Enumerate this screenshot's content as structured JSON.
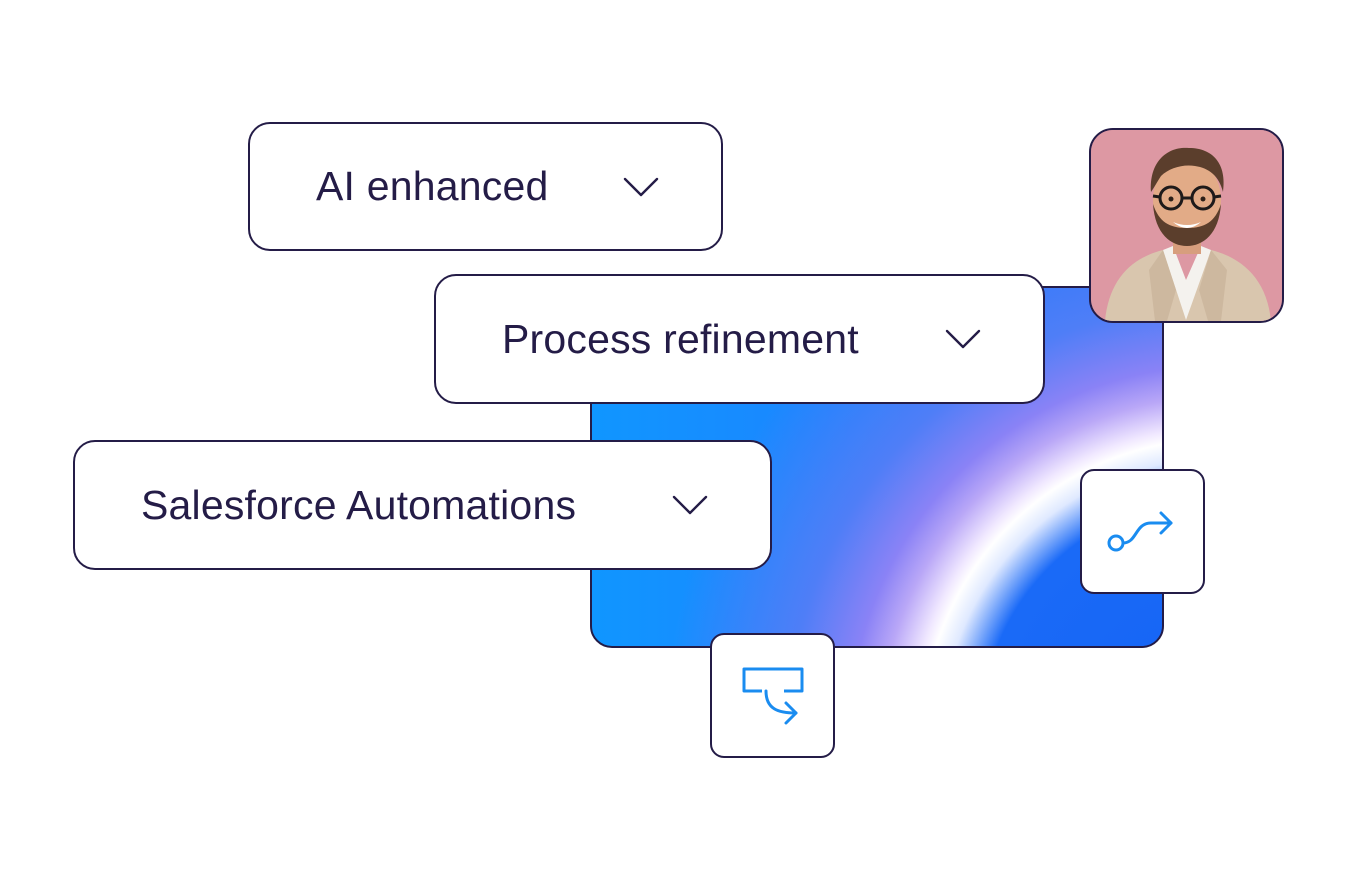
{
  "dropdowns": [
    {
      "label": "AI enhanced"
    },
    {
      "label": "Process refinement"
    },
    {
      "label": "Salesforce Automations"
    }
  ],
  "icons": {
    "chevron": "chevron-down-icon",
    "route": "route-icon",
    "redirect": "redirect-icon"
  },
  "colors": {
    "outline": "#241c47",
    "icon_accent": "#1a8cf0",
    "panel_blue": "#1096ff",
    "avatar_bg": "#dd98a3"
  }
}
